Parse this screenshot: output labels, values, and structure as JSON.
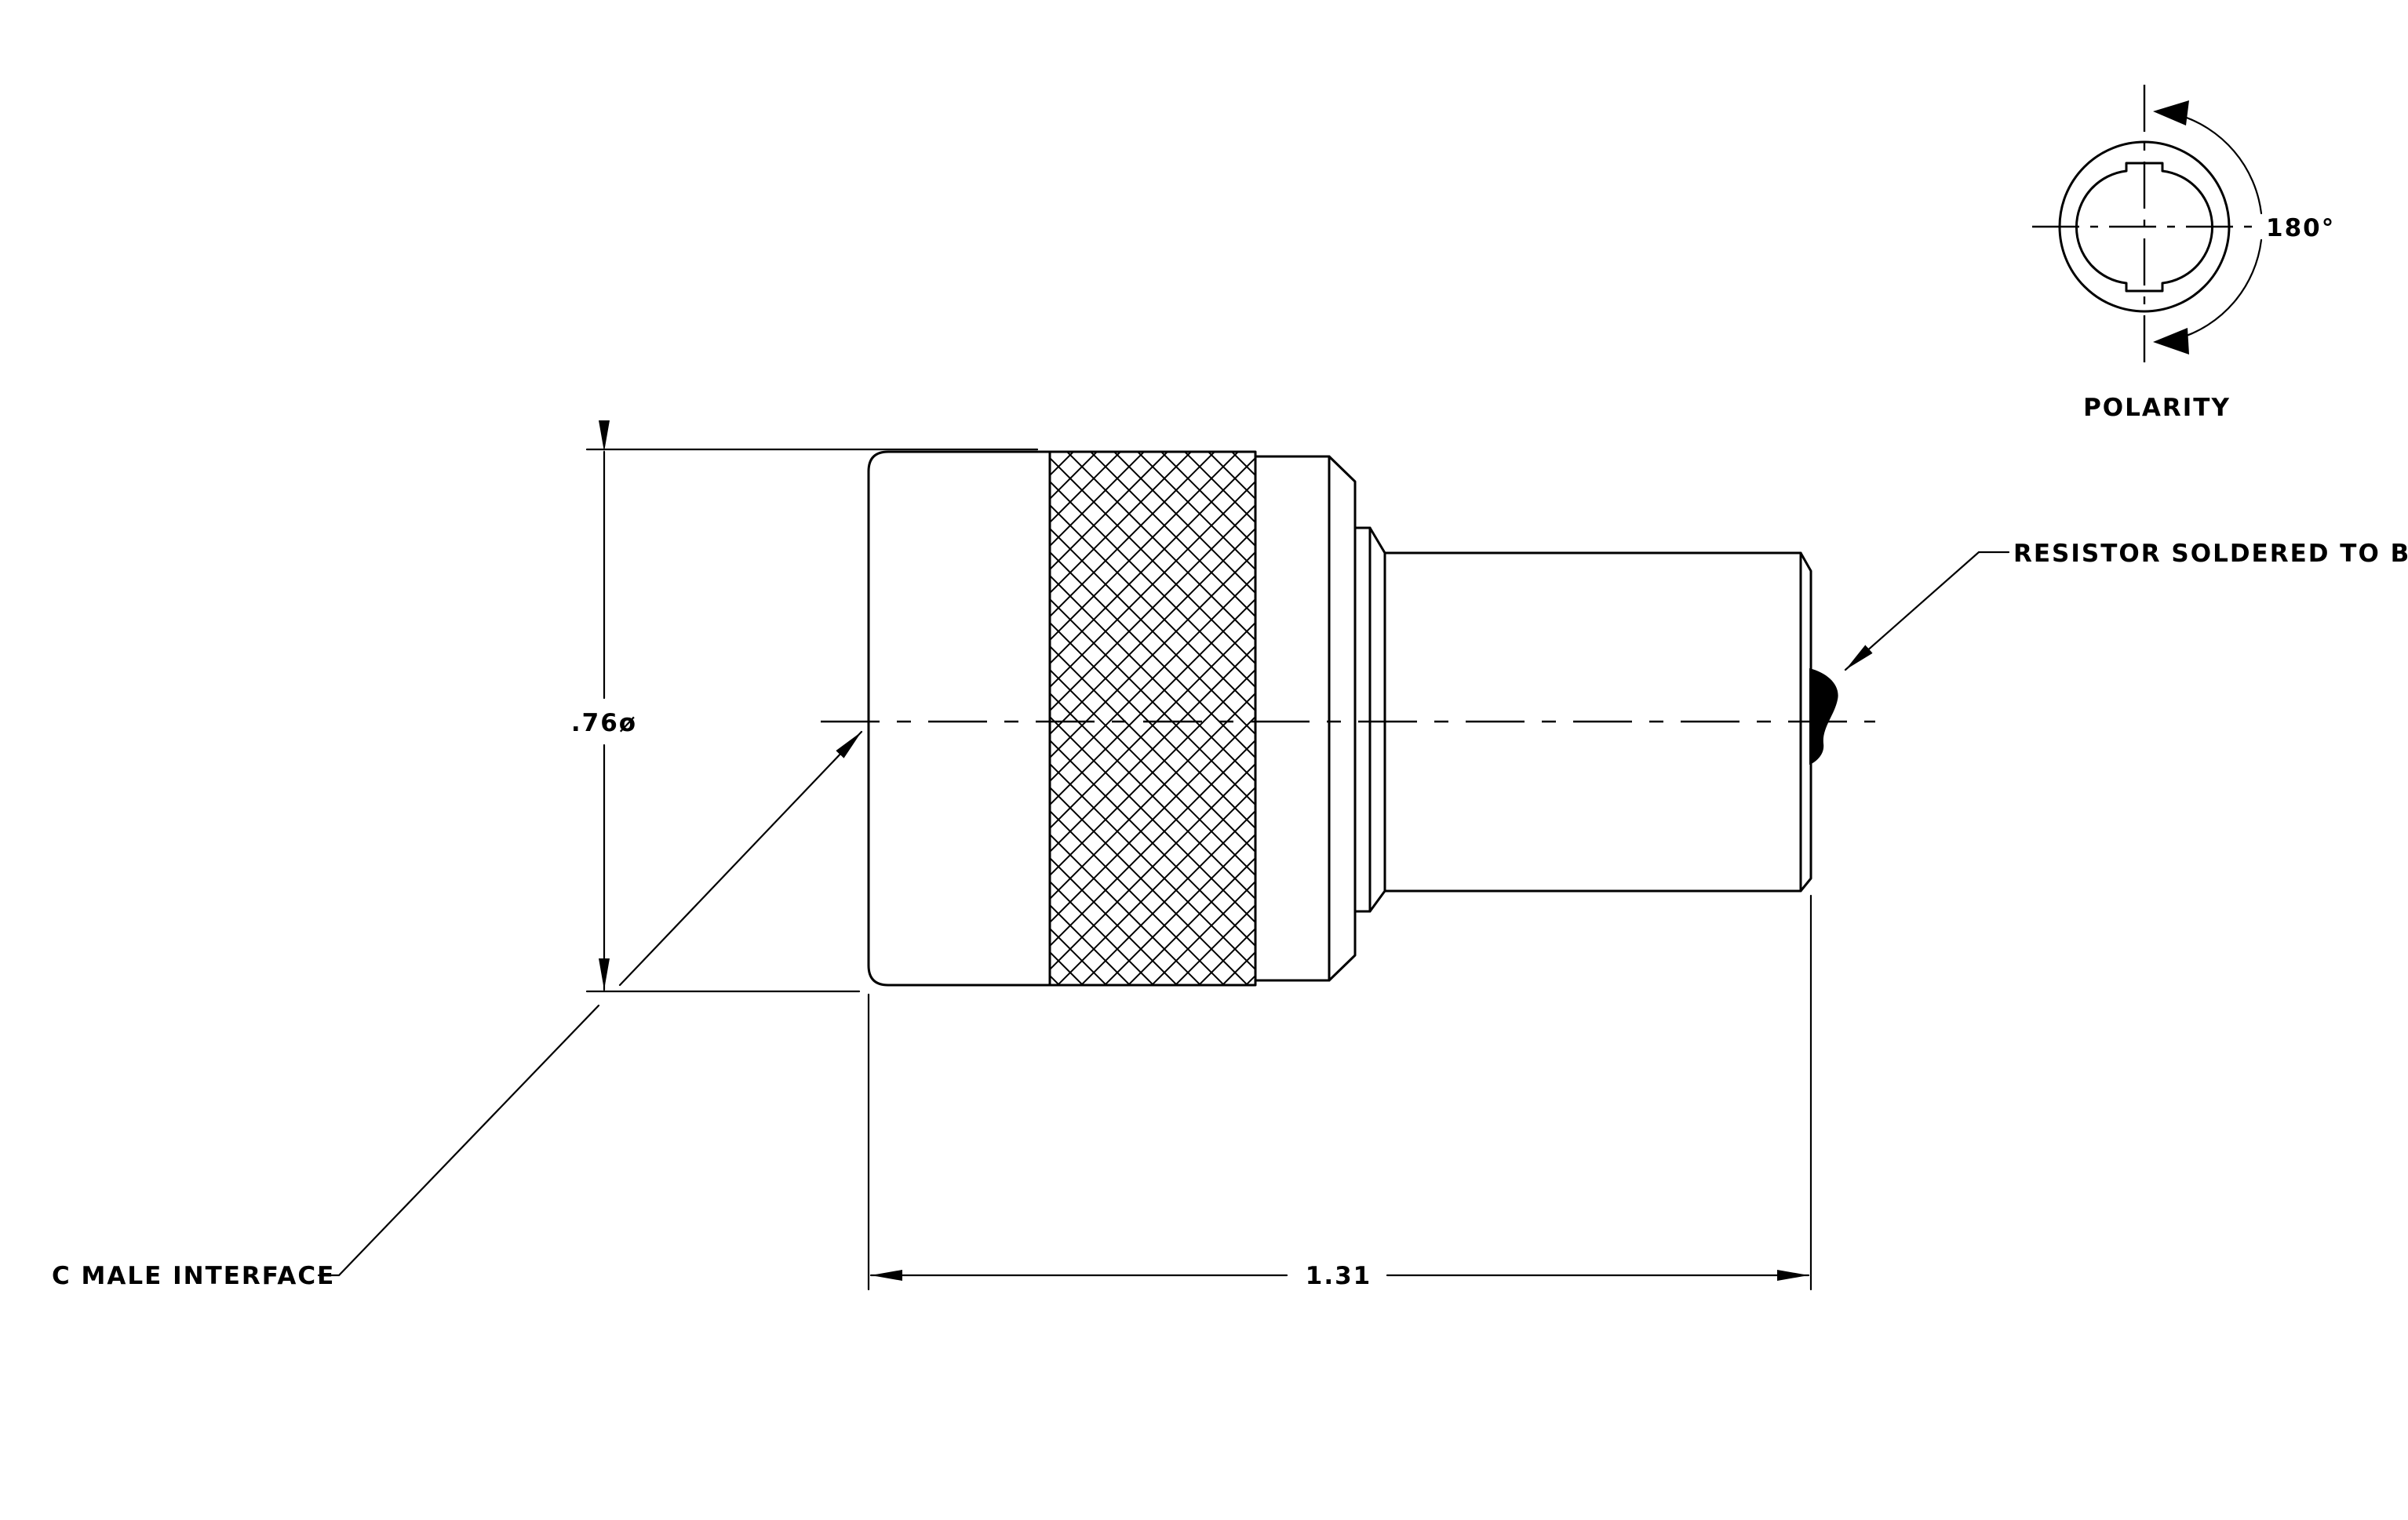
{
  "labels": {
    "polarity_title": "POLARITY",
    "polarity_angle": "180°",
    "diameter": ".76ø",
    "length": "1.31",
    "resistor_note": "RESISTOR SOLDERED TO BODY",
    "interface_note": "C MALE INTERFACE"
  }
}
